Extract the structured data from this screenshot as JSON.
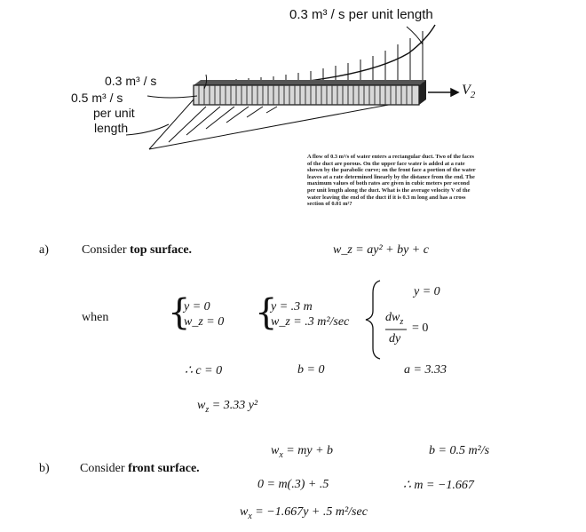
{
  "figure": {
    "label_top": "0.3 m³ / s per unit length",
    "label_left_03": "0.3 m³ / s",
    "label_left_05": "0.5 m³ / s",
    "label_per_unit": "per unit",
    "label_length": "length",
    "label_v": "V",
    "label_v_sub": "2",
    "caption": "A flow of 0.3 m³/s of water enters a rectangular duct. Two of the faces of the duct are porous. On the upper face water is added at a rate shown by the parabolic curve; on the front face a portion of the water leaves at a rate determined linearly by the distance from the end. The maximum values of both rates are given in cubic meters per second per unit length along the duct. What is the average velocity V of the water leaving the end of the duct if it is 0.3 m long and has a cross section of 0.01 m²?"
  },
  "part_a": {
    "letter": "a)",
    "text_pre": "Consider ",
    "text_bold": "top surface.",
    "eq_general": "w_z = ay² + by + c",
    "when": "when",
    "c1_line1": "y = 0",
    "c1_line2": "w_z = 0",
    "c2_line1": "y = .3 m",
    "c2_line2": "w_z = .3 m²/sec",
    "c3_line1": "y = 0",
    "c3_dw": "dw",
    "c3_dw_sub": "z",
    "c3_dy": "dy",
    "c3_eq": "= 0",
    "therefore_c": "∴  c = 0",
    "b_val": "b = 0",
    "a_val": "a = 3.33",
    "result": "= 3.33 y²"
  },
  "part_b": {
    "letter": "b)",
    "text_pre": "Consider ",
    "text_bold": "front surface.",
    "eq_general": "= my + b",
    "b_val": "b = 0.5 m²/s",
    "eq_sub": "0 = m(.3) + .5",
    "m_val": "∴  m = −1.667",
    "result": "= −1.667y + .5 m²/sec"
  }
}
